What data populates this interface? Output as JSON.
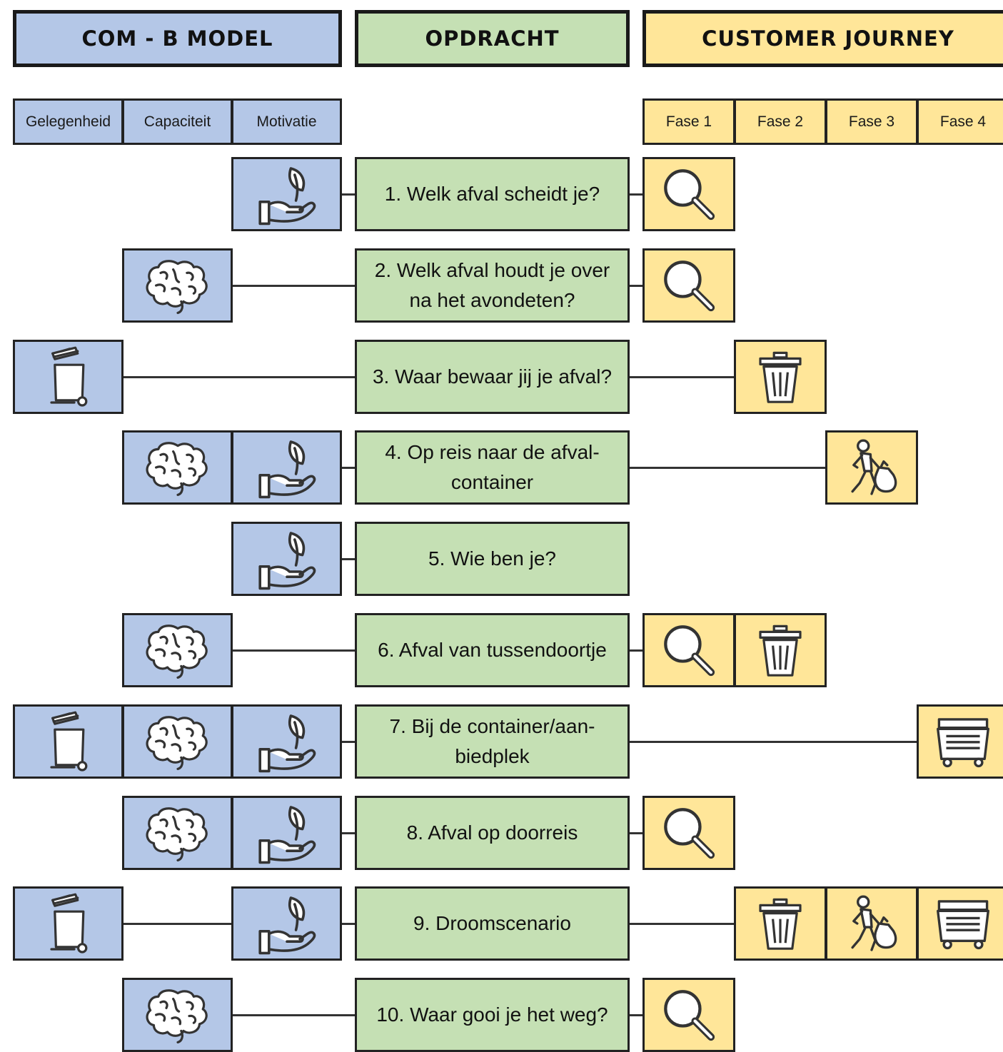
{
  "headers": {
    "comb": "COM - B MODEL",
    "opdracht": "OPDRACHT",
    "customer_journey": "CUSTOMER JOURNEY"
  },
  "comb_columns": [
    "Gelegenheid",
    "Capaciteit",
    "Motivatie"
  ],
  "phases": [
    "Fase 1",
    "Fase 2",
    "Fase 3",
    "Fase 4"
  ],
  "tasks": [
    {
      "label": "1. Welk afval scheidt je?",
      "comb": [
        false,
        false,
        true
      ],
      "phases": [
        true,
        false,
        false,
        false
      ]
    },
    {
      "label": "2. Welk afval houdt je over na het avondeten?",
      "comb": [
        false,
        true,
        false
      ],
      "phases": [
        true,
        false,
        false,
        false
      ]
    },
    {
      "label": "3. Waar bewaar jij je afval?",
      "comb": [
        true,
        false,
        false
      ],
      "phases": [
        false,
        true,
        false,
        false
      ]
    },
    {
      "label": "4. Op reis naar de afval-container",
      "comb": [
        false,
        true,
        true
      ],
      "phases": [
        false,
        false,
        true,
        false
      ]
    },
    {
      "label": "5. Wie ben je?",
      "comb": [
        false,
        false,
        true
      ],
      "phases": [
        false,
        false,
        false,
        false
      ]
    },
    {
      "label": "6. Afval van tussendoortje",
      "comb": [
        false,
        true,
        false
      ],
      "phases": [
        true,
        true,
        false,
        false
      ]
    },
    {
      "label": "7. Bij de container/aan-biedplek",
      "comb": [
        true,
        true,
        true
      ],
      "phases": [
        false,
        false,
        false,
        true
      ]
    },
    {
      "label": "8. Afval op doorreis",
      "comb": [
        false,
        true,
        true
      ],
      "phases": [
        true,
        false,
        false,
        false
      ]
    },
    {
      "label": "9. Droomscenario",
      "comb": [
        true,
        false,
        true
      ],
      "phases": [
        false,
        true,
        true,
        true
      ]
    },
    {
      "label": "10. Waar gooi je het weg?",
      "comb": [
        false,
        true,
        false
      ],
      "phases": [
        true,
        false,
        false,
        false
      ]
    }
  ],
  "icons": {
    "comb": [
      "bin-opportunity-icon",
      "brain-icon",
      "hand-plant-icon"
    ],
    "phases": [
      "magnifier-icon",
      "trash-can-icon",
      "walking-person-with-bag-icon",
      "waste-container-icon"
    ]
  },
  "colors": {
    "comb": "#b4c7e7",
    "opdracht": "#c5e0b4",
    "customer_journey": "#ffe699"
  }
}
